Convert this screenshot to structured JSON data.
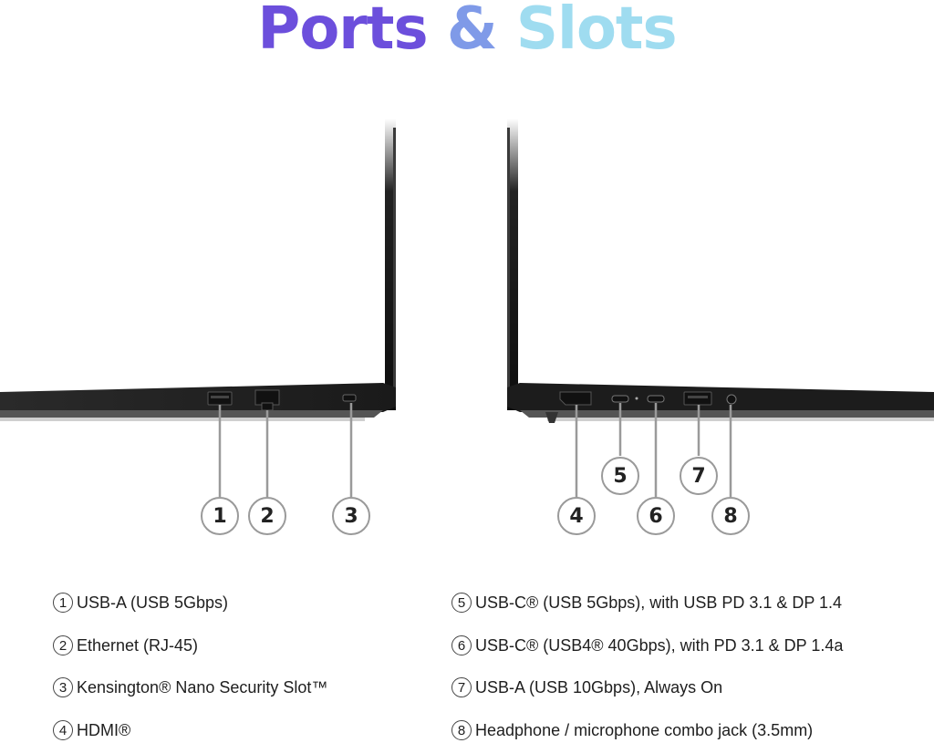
{
  "title": {
    "part1": "Ports",
    "part2": "&",
    "part3": "Slots"
  },
  "callouts": [
    "1",
    "2",
    "3",
    "4",
    "5",
    "6",
    "7",
    "8"
  ],
  "legend": [
    {
      "num": "1",
      "text": "USB-A (USB 5Gbps)"
    },
    {
      "num": "2",
      "text": "Ethernet (RJ-45)"
    },
    {
      "num": "3",
      "text": "Kensington® Nano Security Slot™"
    },
    {
      "num": "4",
      "text": "HDMI®"
    },
    {
      "num": "5",
      "text": "USB-C® (USB 5Gbps), with USB PD 3.1 & DP 1.4"
    },
    {
      "num": "6",
      "text": "USB-C® (USB4® 40Gbps), with PD 3.1 & DP 1.4a"
    },
    {
      "num": "7",
      "text": "USB-A (USB 10Gbps), Always On"
    },
    {
      "num": "8",
      "text": "Headphone / microphone combo jack (3.5mm)"
    }
  ]
}
